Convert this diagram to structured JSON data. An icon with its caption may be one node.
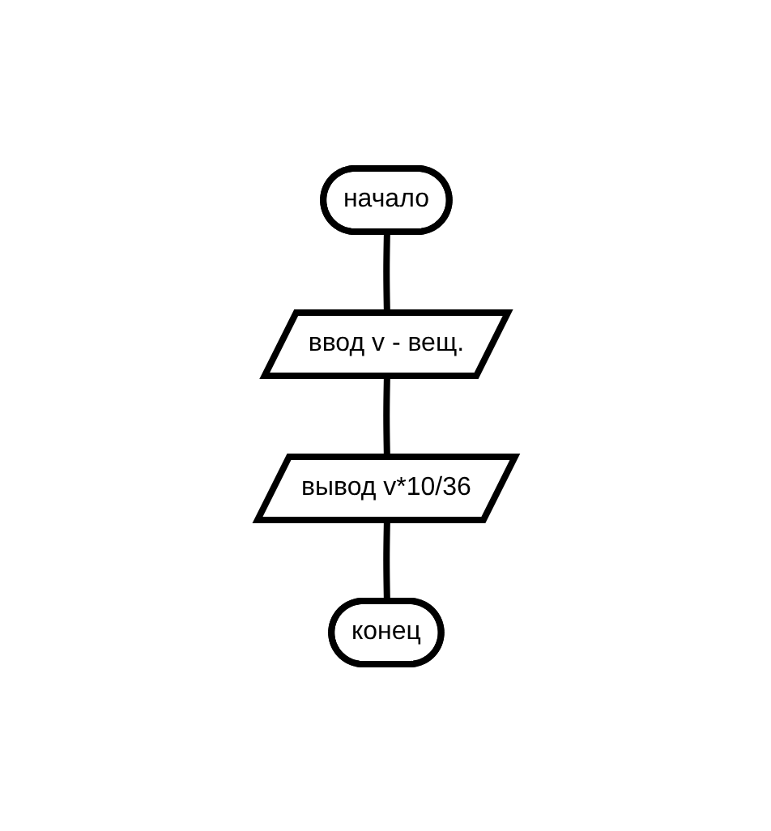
{
  "diagram": {
    "nodes": [
      {
        "text": [
          "начало"
        ]
      },
      {
        "text": [
          "ввод v - вещ."
        ]
      },
      {
        "text": [
          "вывод v*10/36"
        ]
      },
      {
        "text": [
          "конец"
        ]
      }
    ],
    "edges": [
      {
        "from": 0,
        "to": 1,
        "arrow": "none"
      },
      {
        "from": 1,
        "to": 2,
        "arrow": "none"
      },
      {
        "from": 2,
        "to": 3,
        "arrow": "none"
      }
    ]
  }
}
